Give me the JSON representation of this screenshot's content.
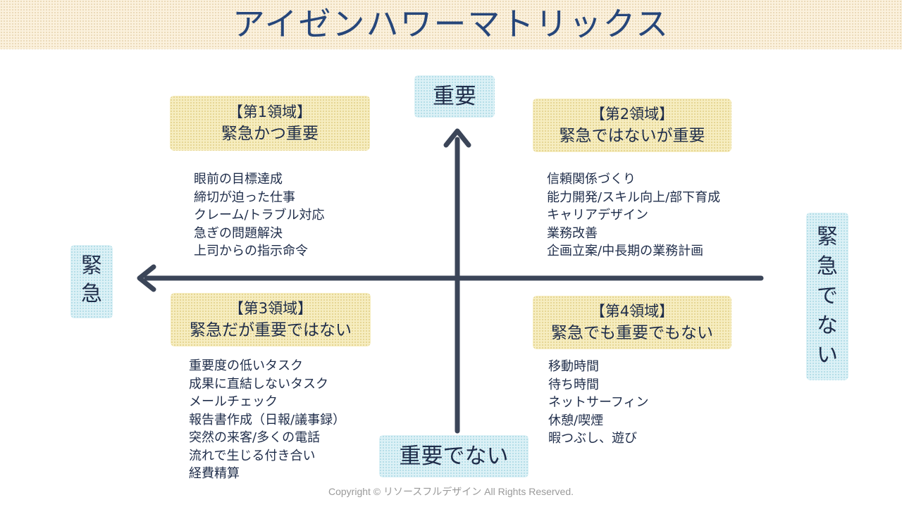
{
  "title": "アイゼンハワーマトリックス",
  "axes": {
    "top": "重要",
    "bottom": "重要でない",
    "left": [
      "緊",
      "急"
    ],
    "right": [
      "緊",
      "急",
      "で",
      "な",
      "い"
    ]
  },
  "quadrants": [
    {
      "head": "【第1領域】",
      "sub": "緊急かつ重要",
      "items": [
        "眼前の目標達成",
        "締切が迫った仕事",
        "クレーム/トラブル対応",
        "急ぎの問題解決",
        "上司からの指示命令"
      ]
    },
    {
      "head": "【第2領域】",
      "sub": "緊急ではないが重要",
      "items": [
        "信頼関係づくり",
        "能力開発/スキル向上/部下育成",
        "キャリアデザイン",
        "業務改善",
        "企画立案/中長期の業務計画"
      ]
    },
    {
      "head": "【第3領域】",
      "sub": "緊急だが重要ではない",
      "items": [
        "重要度の低いタスク",
        "成果に直結しないタスク",
        "メールチェック",
        "報告書作成（日報/議事録）",
        "突然の来客/多くの電話",
        "流れで生じる付き合い",
        "経費精算"
      ]
    },
    {
      "head": "【第4領域】",
      "sub": "緊急でも重要でもない",
      "items": [
        "移動時間",
        "待ち時間",
        "ネットサーフィン",
        "休憩/喫煙",
        "暇つぶし、遊び"
      ]
    }
  ],
  "copyright": "Copyright © リソースフルデザイン All Rights Reserved.",
  "colors": {
    "axis": "#3b4558",
    "title_band": "#fbf1dd",
    "title_text": "#26467a",
    "quadrant_label_bg": "#f6edc0",
    "axis_label_bg": "#dcf1f6",
    "text": "#1f2d4a"
  }
}
